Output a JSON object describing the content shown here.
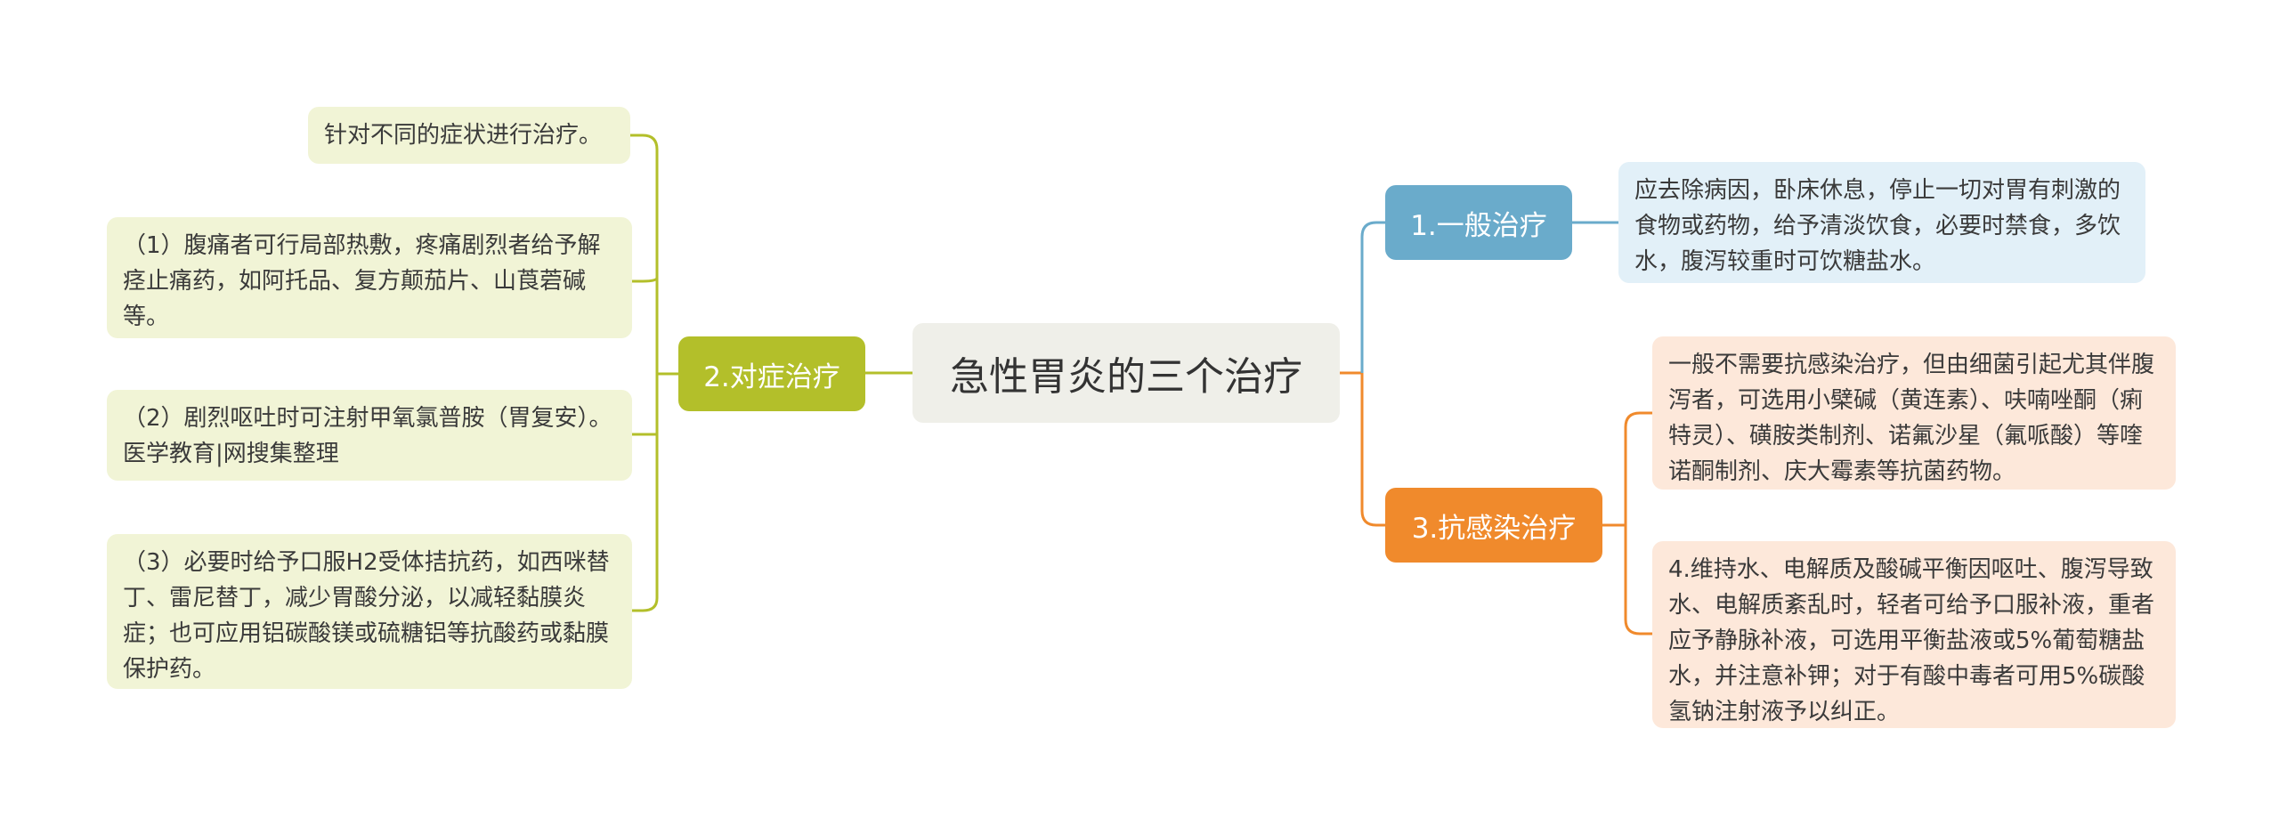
{
  "central": {
    "label": "急性胃炎的三个治疗"
  },
  "branches": {
    "left": {
      "label": "2.对症治疗",
      "color": "#b3bf2a"
    },
    "top_right": {
      "label": "1.一般治疗",
      "color": "#6aabcb"
    },
    "bottom_right": {
      "label": "3.抗感染治疗",
      "color": "#f08a2c"
    }
  },
  "leaves": {
    "left": [
      {
        "text": "针对不同的症状进行治疗。"
      },
      {
        "text": "（1）腹痛者可行局部热敷，疼痛剧烈者给予解痉止痛药，如阿托品、复方颠茄片、山莨菪碱等。"
      },
      {
        "text": "（2）剧烈呕吐时可注射甲氧氯普胺（胃复安）。 医学教育|网搜集整理"
      },
      {
        "text": "（3）必要时给予口服H2受体拮抗药，如西咪替丁、雷尼替丁，减少胃酸分泌，以减轻黏膜炎症；也可应用铝碳酸镁或硫糖铝等抗酸药或黏膜保护药。"
      }
    ],
    "top_right": [
      {
        "text": "应去除病因，卧床休息，停止一切对胃有刺激的食物或药物，给予清淡饮食，必要时禁食，多饮水，腹泻较重时可饮糖盐水。"
      }
    ],
    "bottom_right": [
      {
        "text": "一般不需要抗感染治疗，但由细菌引起尤其伴腹泻者，可选用小檗碱（黄连素）、呋喃唑酮（痢特灵）、磺胺类制剂、诺氟沙星（氟哌酸）等喹诺酮制剂、庆大霉素等抗菌药物。"
      },
      {
        "text": "4.维持水、电解质及酸碱平衡因呕吐、腹泻导致水、电解质紊乱时，轻者可给予口服补液，重者应予静脉补液，可选用平衡盐液或5%葡萄糖盐水，并注意补钾；对于有酸中毒者可用5%碳酸氢钠注射液予以纠正。"
      }
    ]
  }
}
